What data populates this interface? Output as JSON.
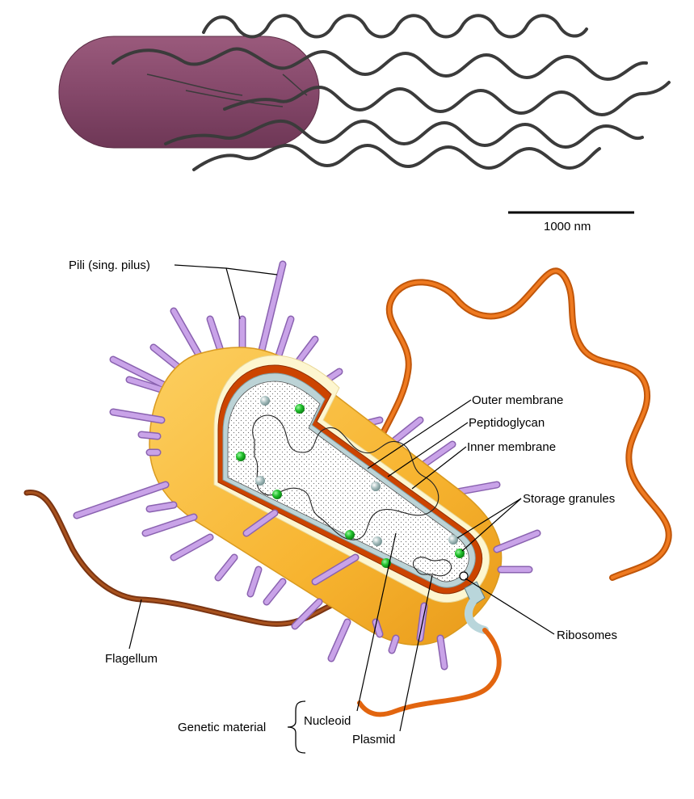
{
  "scale_bar": {
    "label": "1000 nm"
  },
  "labels": {
    "pili": "Pili (sing. pilus)",
    "outer_membrane": "Outer membrane",
    "peptidoglycan": "Peptidoglycan",
    "inner_membrane": "Inner membrane",
    "storage_granules": "Storage granules",
    "ribosomes": "Ribosomes",
    "flagellum": "Flagellum",
    "genetic_material": "Genetic material",
    "nucleoid": "Nucleoid",
    "plasmid": "Plasmid"
  },
  "colors": {
    "cell_body_top": "#8a4a6a",
    "capsule": "#f7b93a",
    "outer_membrane": "#fdf6d0",
    "peptidoglycan": "#cc4400",
    "pili": "#c9a3e8",
    "flagellum": "#e2650f",
    "granule_green": "#1fbf2a",
    "granule_grey": "#9fb7b7"
  }
}
